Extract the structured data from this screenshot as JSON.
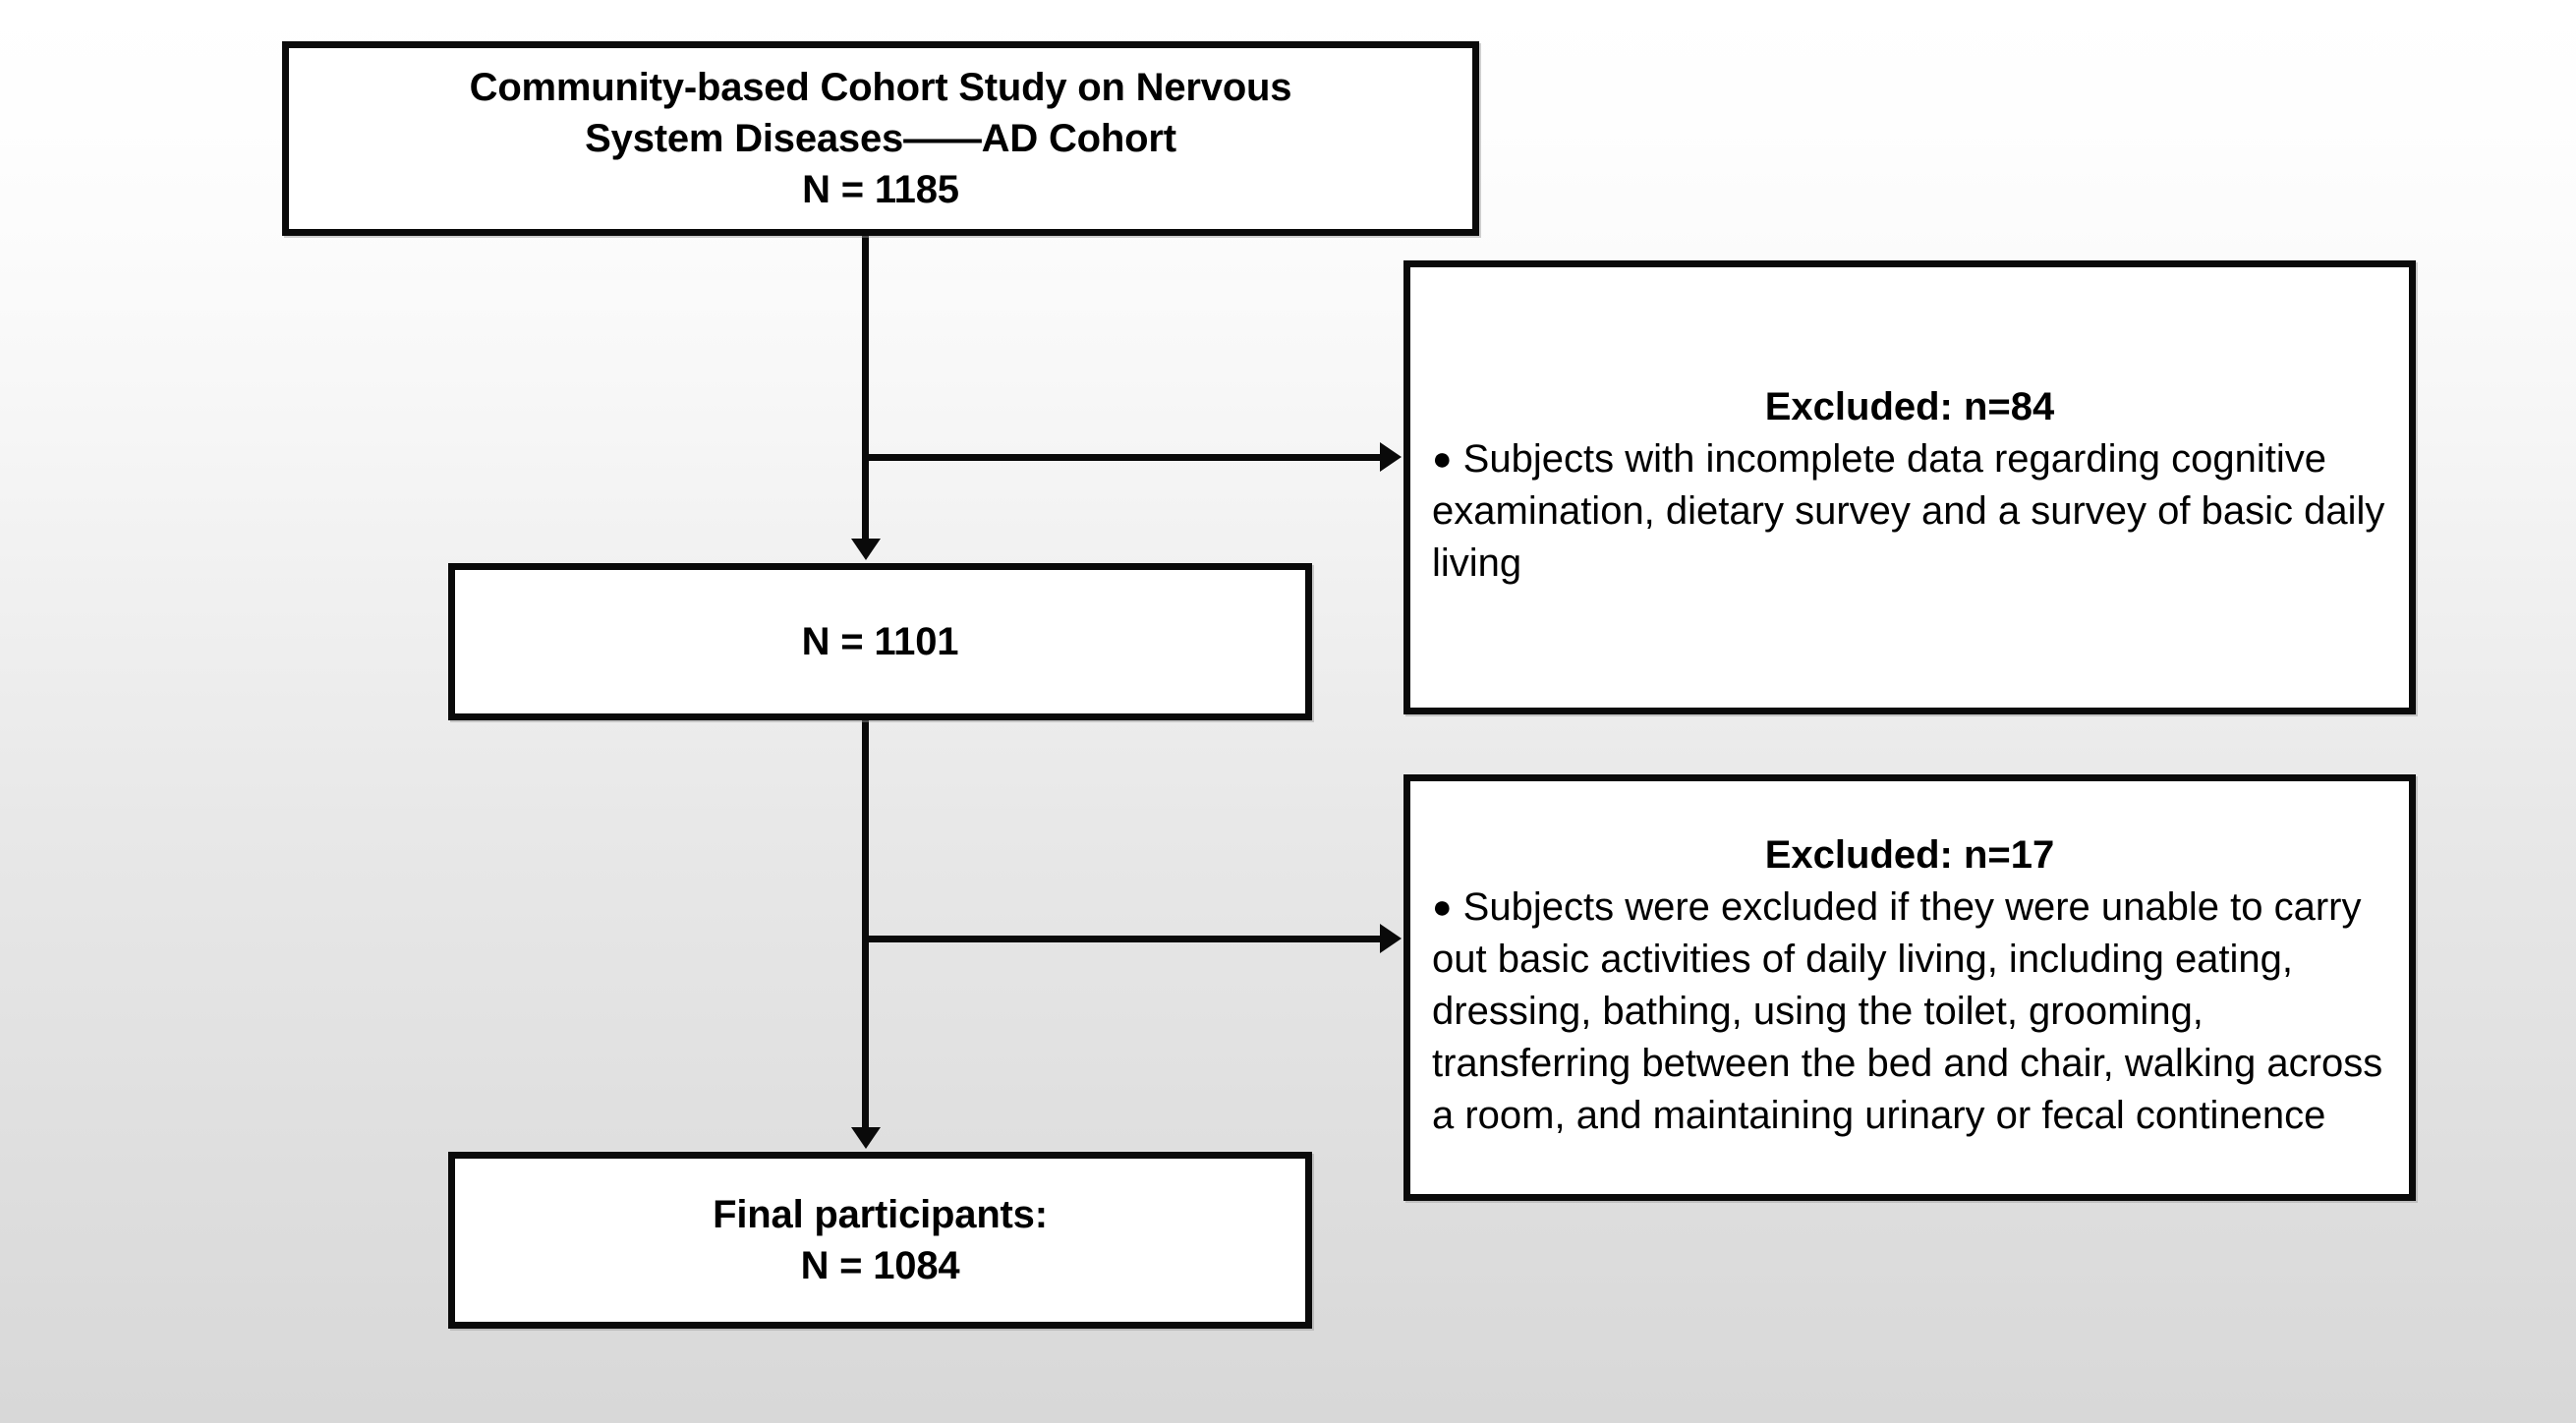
{
  "figure": {
    "type": "flowchart",
    "description": "Participant selection flow diagram",
    "background_top_color": "#ffffff",
    "background_bottom_color": "#d8d8d8",
    "line_color": "#0a0a0a",
    "box_fill_color": "#ffffff"
  },
  "nodes": {
    "cohort": {
      "line1": "Community-based Cohort Study on Nervous",
      "line2": "System Diseases——AD Cohort",
      "line3": "N = 1185"
    },
    "after_first_exclusion": {
      "line1": "N = 1101"
    },
    "final": {
      "line1": "Final participants:",
      "line2": "N = 1084"
    }
  },
  "exclusions": [
    {
      "heading": "Excluded: n=84",
      "bullet": "●",
      "body": "Subjects with incomplete data regarding cognitive examination, dietary survey and a survey of basic daily living"
    },
    {
      "heading": "Excluded: n=17",
      "bullet": "●",
      "body": "Subjects were excluded if they were unable to carry out basic activities of daily living, including eating, dressing, bathing, using the toilet, grooming, transferring between the bed and chair, walking across a room, and maintaining urinary or fecal continence"
    }
  ]
}
